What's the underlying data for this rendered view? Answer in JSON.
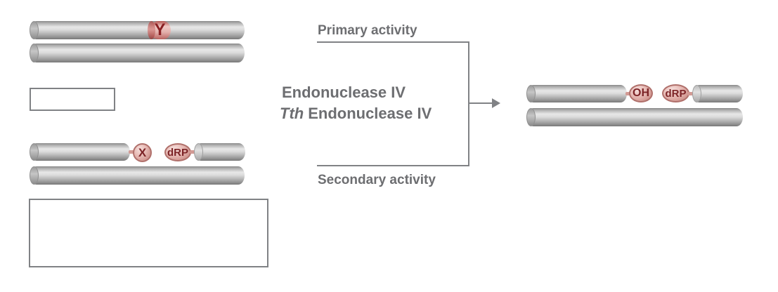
{
  "colors": {
    "label_gray": "#6d6e71",
    "line_gray": "#808285",
    "pink_fill": "#e8bcb7",
    "pink_border": "#b0706b",
    "marker_text_red": "#7c2326",
    "band_letter_red": "#8b2023"
  },
  "center": {
    "primary_activity_label": "Primary activity",
    "secondary_activity_label": "Secondary activity",
    "enzyme_line1": "Endonuclease IV",
    "enzyme_line2_italic": "Tth",
    "enzyme_line2_rest": "Endonuclease IV"
  },
  "substrate_ap": {
    "abasic_site_label": "Y"
  },
  "substrate_nicked": {
    "damaged_base_label": "X",
    "drp_label": "dRP"
  },
  "product": {
    "hydroxyl_label": "OH",
    "drp_label": "dRP"
  }
}
